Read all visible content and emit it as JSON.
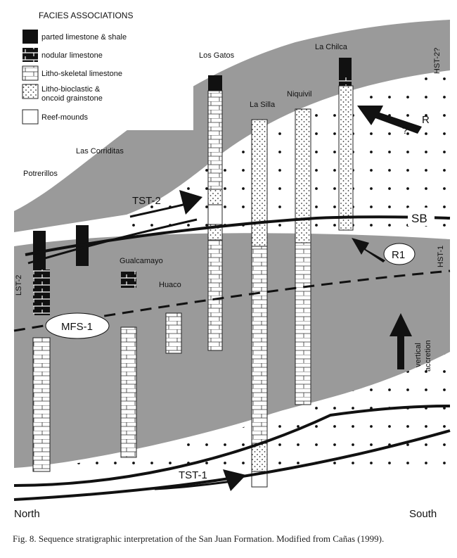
{
  "legend": {
    "title": "FACIES ASSOCIATIONS",
    "items": [
      {
        "label": "parted limestone & shale",
        "swatch": "solid-black"
      },
      {
        "label": "nodular limestone",
        "swatch": "black-brick"
      },
      {
        "label": "Litho-skeletal limestone",
        "swatch": "white-brick"
      },
      {
        "label": "Litho-bioclastic &",
        "label2": "oncoid grainstone",
        "swatch": "dotted"
      },
      {
        "label": "Reef-mounds",
        "swatch": "blank"
      }
    ]
  },
  "localities": {
    "los_gatos": "Los Gatos",
    "la_chilca": "La Chilca",
    "la_silla": "La Silla",
    "niquivil": "Niquivil",
    "las_corriditas": "Las Corriditas",
    "potrerillos": "Potrerillos",
    "gualcamayo": "Gualcamayo",
    "huaco": "Huaco"
  },
  "surfaces": {
    "sb": "SB",
    "mfs1": "MFS-1",
    "tst2": "TST-2",
    "tst1": "TST-1",
    "lst2": "LST-2",
    "hst1": "HST-1",
    "hst2": "HST-2?",
    "r1": "R1",
    "r": "R",
    "q": "?",
    "vertical1": "vertical",
    "vertical2": "accretion"
  },
  "directions": {
    "north": "North",
    "south": "South"
  },
  "caption": "Fig. 8. Sequence stratigraphic interpretation of the San Juan Formation. Modified from Cañas (1999).",
  "colors": {
    "shade": "#9a9a9a",
    "ink": "#111111"
  }
}
